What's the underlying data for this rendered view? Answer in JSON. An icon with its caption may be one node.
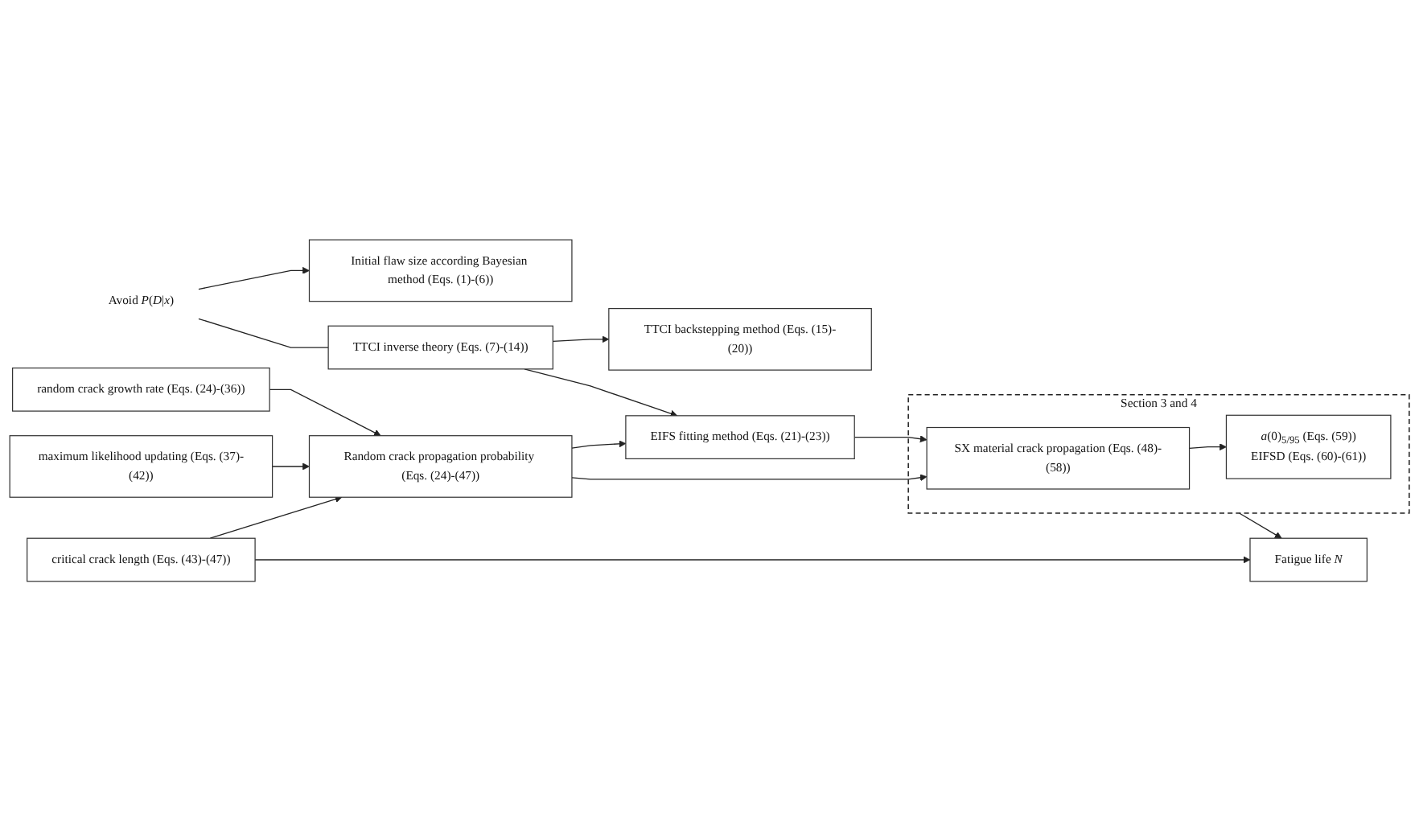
{
  "diagram": {
    "nodes": [
      {
        "text": [
          "Avoid *P*(*D*|*x*)"
        ]
      },
      {
        "text": [
          "Initial flaw size according Bayesian method (Eqs. (1)-(6))"
        ]
      },
      {
        "text": [
          "TTCI inverse theory (Eqs. (7)-(14))"
        ]
      },
      {
        "text": [
          "TTCI backstepping method (Eqs. (15)-(20))"
        ]
      },
      {
        "text": [
          "EIFS fitting method (Eqs. (21)-(23))"
        ]
      },
      {
        "text": [
          "random crack growth rate (Eqs. (24)-(36))"
        ]
      },
      {
        "text": [
          "maximum likelihood updating (Eqs. (37)-(42))"
        ]
      },
      {
        "text": [
          "critical crack length (Eqs. (43)-(47))"
        ]
      },
      {
        "text": [
          "Random crack propagation probability (Eqs. (24)-(47))"
        ]
      },
      {
        "text": [
          "Section 3 and 4"
        ]
      },
      {
        "text": [
          "SX material crack propagation (Eqs. (48)-(58))"
        ],
        "in": 9
      },
      {
        "text": [
          "*a*(0)$_{5/95}$ (Eqs. (59))",
          "EIFSD (Eqs. (60)-(61))"
        ],
        "in": 9
      },
      {
        "text": [
          "Fatigue life *N*"
        ]
      }
    ],
    "edges": [
      {
        "from": 0,
        "to": 1,
        "arrow": "to"
      },
      {
        "from": 0,
        "to": 2,
        "arrow": "none"
      },
      {
        "from": 2,
        "to": 3,
        "arrow": "to"
      },
      {
        "from": 2,
        "to": 4,
        "arrow": "to"
      },
      {
        "from": 5,
        "to": 8,
        "arrow": "to"
      },
      {
        "from": 6,
        "to": 8,
        "arrow": "to"
      },
      {
        "from": 7,
        "to": 8,
        "arrow": "to"
      },
      {
        "from": 8,
        "to": 4,
        "arrow": "to"
      },
      {
        "from": 8,
        "to": 10,
        "arrow": "to"
      },
      {
        "from": 4,
        "to": 10,
        "arrow": "to"
      },
      {
        "from": 10,
        "to": 11,
        "arrow": "to"
      },
      {
        "from": 9,
        "to": 12,
        "arrow": "to"
      },
      {
        "from": 7,
        "to": 12,
        "arrow": "to"
      }
    ]
  }
}
